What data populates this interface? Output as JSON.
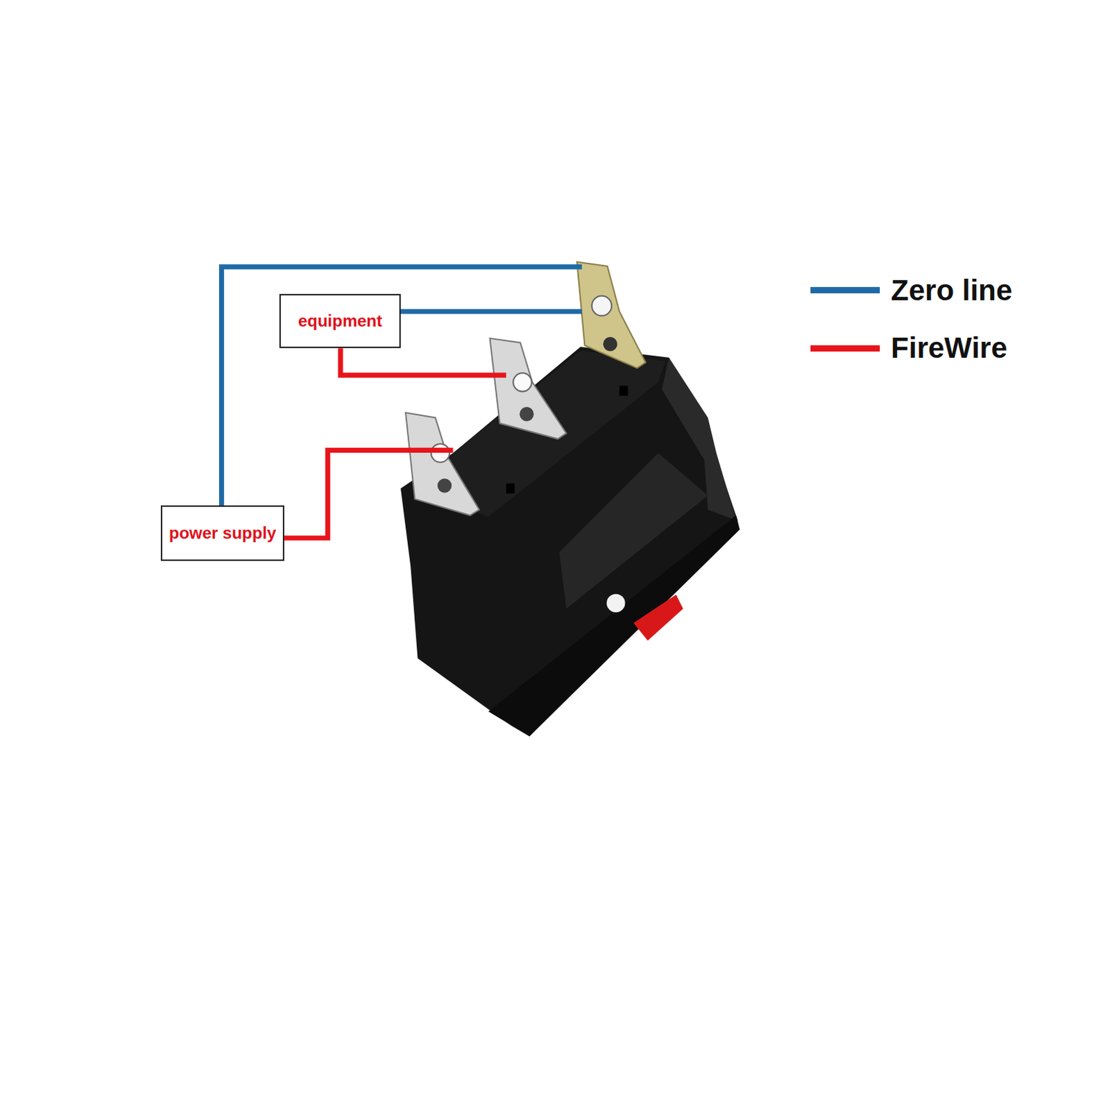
{
  "diagram": {
    "nodes": [
      {
        "text": [
          "equipment"
        ]
      },
      {
        "text": [
          "power supply"
        ]
      }
    ],
    "legend": [
      {
        "text": "Zero line"
      },
      {
        "text": "FireWire"
      }
    ]
  }
}
